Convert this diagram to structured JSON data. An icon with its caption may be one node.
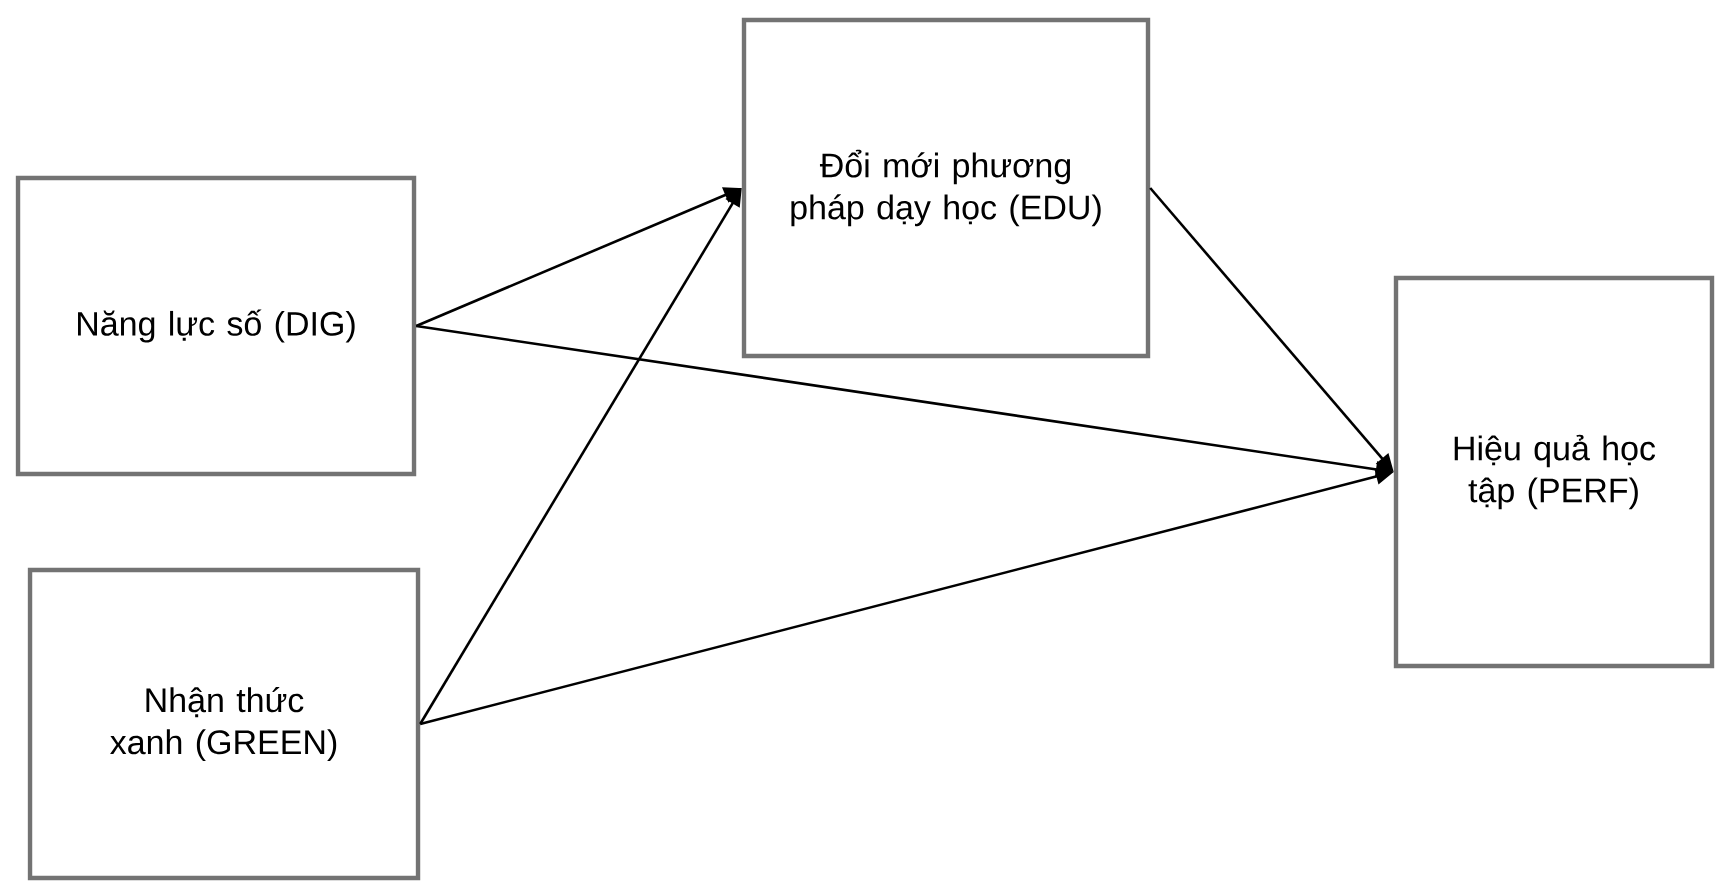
{
  "diagram": {
    "nodes": [
      {
        "text": [
          "Năng lực số (DIG)"
        ]
      },
      {
        "text": [
          "Nhận thức xanh (GREEN)"
        ]
      },
      {
        "text": [
          "Đổi mới phương pháp dạy học (EDU)"
        ]
      },
      {
        "text": [
          "Hiệu quả học tập (PERF)"
        ]
      }
    ],
    "edges": [
      {
        "from": 0,
        "to": 2,
        "arrow": "to"
      },
      {
        "from": 0,
        "to": 3,
        "arrow": "to"
      },
      {
        "from": 1,
        "to": 2,
        "arrow": "to"
      },
      {
        "from": 1,
        "to": 3,
        "arrow": "to"
      },
      {
        "from": 2,
        "to": 3,
        "arrow": "to"
      }
    ]
  }
}
